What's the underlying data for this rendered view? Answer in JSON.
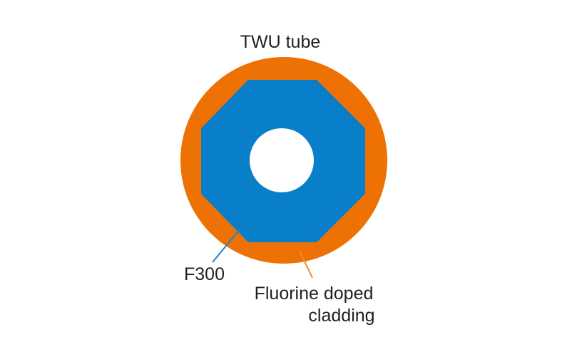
{
  "labels": {
    "outer_tube": "TWU tube",
    "core": "F300",
    "cladding_line1": "Fluorine doped",
    "cladding_line2": "cladding"
  },
  "colors": {
    "outer_tube": "#ee7203",
    "core": "#0a7fc9",
    "center_hole": "#ffffff",
    "core_leader": "#1a86c8",
    "cladding_leader": "#f08a2e",
    "text": "#231f20"
  }
}
